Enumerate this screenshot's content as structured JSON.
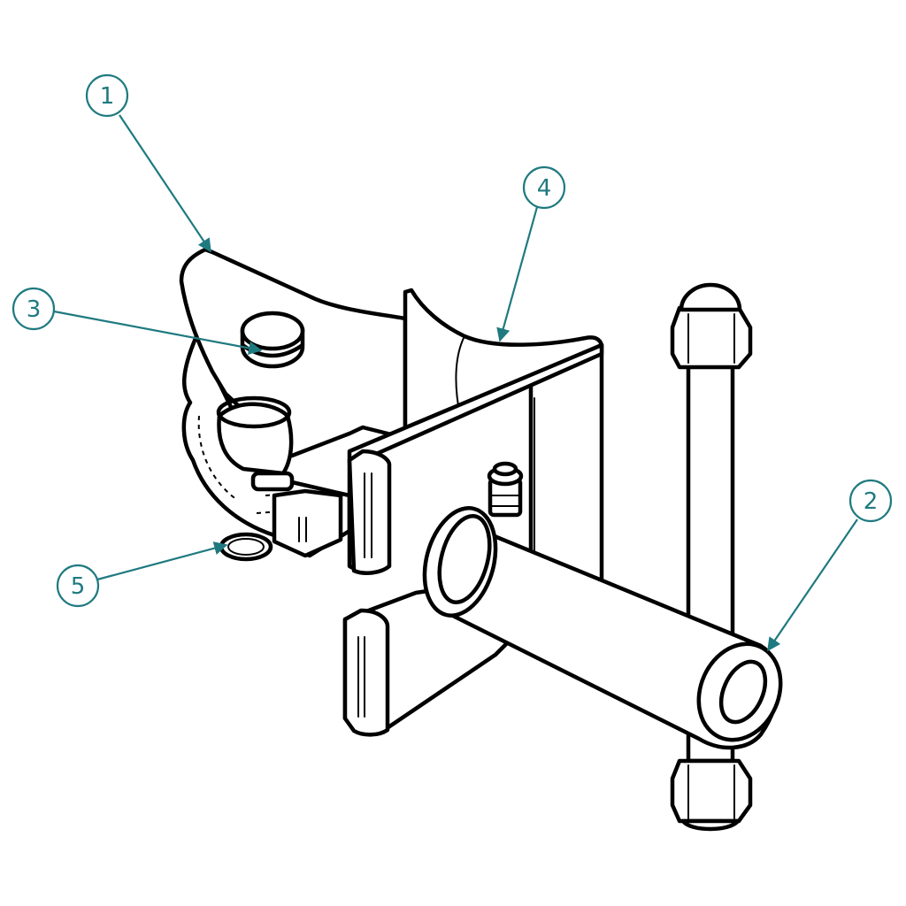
{
  "accent_color": "#1f7a80",
  "callouts": [
    {
      "label": "1"
    },
    {
      "label": "2"
    },
    {
      "label": "3"
    },
    {
      "label": "4"
    },
    {
      "label": "5"
    }
  ]
}
